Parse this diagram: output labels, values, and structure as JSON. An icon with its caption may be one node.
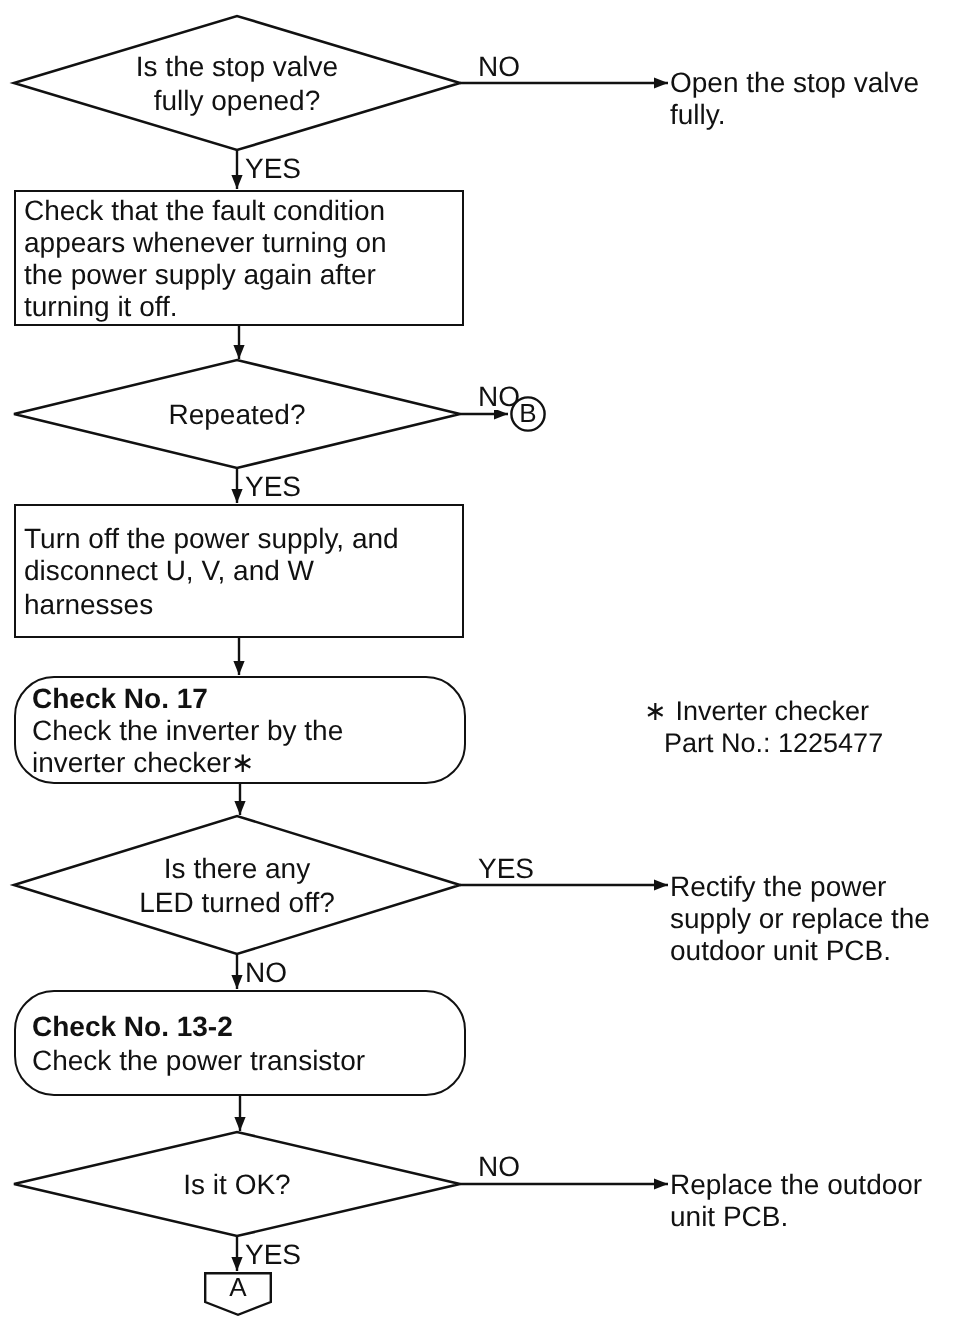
{
  "diagram": {
    "nodes": [
      {
        "text": [
          "Is the stop valve fully opened?"
        ]
      },
      {
        "text": [
          "Open the stop valve fully."
        ]
      },
      {
        "text": [
          "Check that the fault condition appears whenever turning on the power supply again after turning it off."
        ]
      },
      {
        "text": [
          "Repeated?"
        ]
      },
      {
        "text": [
          "B"
        ]
      },
      {
        "text": [
          "Turn off the power supply, and disconnect U, V, and W harnesses"
        ]
      },
      {
        "text": [
          "Check No. 17",
          "Check the inverter by the inverter checker∗"
        ]
      },
      {
        "text": [
          "Is there any LED turned off?"
        ]
      },
      {
        "text": [
          "Rectify the power supply or replace the outdoor unit PCB."
        ]
      },
      {
        "text": [
          "Check No. 13-2",
          "Check the power transistor"
        ]
      },
      {
        "text": [
          "Is it OK?"
        ]
      },
      {
        "text": [
          "Replace the outdoor unit PCB."
        ]
      },
      {
        "text": [
          "A"
        ]
      }
    ],
    "edges": [
      {
        "from": 0,
        "to": 1,
        "arrow": "to",
        "label": "NO"
      },
      {
        "from": 0,
        "to": 2,
        "arrow": "to",
        "label": "YES"
      },
      {
        "from": 2,
        "to": 3,
        "arrow": "to"
      },
      {
        "from": 3,
        "to": 4,
        "arrow": "to",
        "label": "NO"
      },
      {
        "from": 3,
        "to": 5,
        "arrow": "to",
        "label": "YES"
      },
      {
        "from": 5,
        "to": 6,
        "arrow": "to"
      },
      {
        "from": 6,
        "to": 7,
        "arrow": "to"
      },
      {
        "from": 7,
        "to": 8,
        "arrow": "to",
        "label": "YES"
      },
      {
        "from": 7,
        "to": 9,
        "arrow": "to",
        "label": "NO"
      },
      {
        "from": 9,
        "to": 10,
        "arrow": "to"
      },
      {
        "from": 10,
        "to": 11,
        "arrow": "to",
        "label": "NO"
      },
      {
        "from": 10,
        "to": 12,
        "arrow": "to",
        "label": "YES"
      }
    ],
    "labels": [
      "∗ Inverter checker Part No.: 1225477"
    ]
  }
}
